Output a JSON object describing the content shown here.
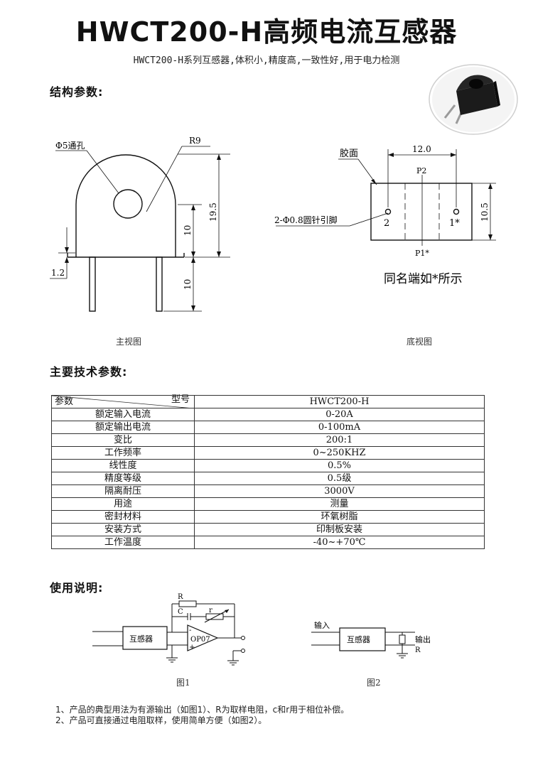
{
  "header": {
    "title": "HWCT200-H高频电流互感器",
    "subtitle": "HWCT200-H系列互感器,体积小,精度高,一致性好,用于电力检测"
  },
  "structure": {
    "heading": "结构参数:",
    "front": {
      "hole_label": "Φ5通孔",
      "radius_label": "R9",
      "dim_height": "19.5",
      "dim_body": "10",
      "dim_pin": "10",
      "dim_base": "1.2",
      "caption": "主视图"
    },
    "bottom": {
      "glue_label": "胶面",
      "dim_width": "12.0",
      "dim_height": "10.5",
      "p2": "P2",
      "p1": "P1*",
      "pin2": "2",
      "pin1": "1*",
      "pin_label": "2-Φ0.8圆针引脚",
      "note": "同名端如*所示",
      "caption": "底视图"
    }
  },
  "tech": {
    "heading": "主要技术参数:",
    "header_param": "参数",
    "header_model": "型号",
    "model": "HWCT200-H",
    "rows": [
      {
        "param": "额定输入电流",
        "value": "0-20A"
      },
      {
        "param": "额定输出电流",
        "value": "0-100mA"
      },
      {
        "param": "变比",
        "value": "200:1"
      },
      {
        "param": "工作频率",
        "value": "0~250KHZ"
      },
      {
        "param": "线性度",
        "value": "0.5%"
      },
      {
        "param": "精度等级",
        "value": "0.5级"
      },
      {
        "param": "隔离耐压",
        "value": "3000V"
      },
      {
        "param": "用途",
        "value": "测量"
      },
      {
        "param": "密封材料",
        "value": "环氧树脂"
      },
      {
        "param": "安装方式",
        "value": "印制板安装"
      },
      {
        "param": "工作温度",
        "value": "-40~+70℃"
      }
    ]
  },
  "usage": {
    "heading": "使用说明:",
    "fig1": {
      "R": "R",
      "C": "C",
      "r": "r",
      "block": "互感器",
      "opamp": "OP07",
      "minus": "-",
      "plus": "+",
      "caption": "图1"
    },
    "fig2": {
      "input": "输入",
      "block": "互感器",
      "output": "输出",
      "R": "R",
      "caption": "图2"
    },
    "notes": [
      "1、产品的典型用法为有源输出（如图1）、R为取样电阻，c和r用于相位补偿。",
      "2、产品可直接通过电阻取样，使用简单方便（如图2）。"
    ]
  }
}
